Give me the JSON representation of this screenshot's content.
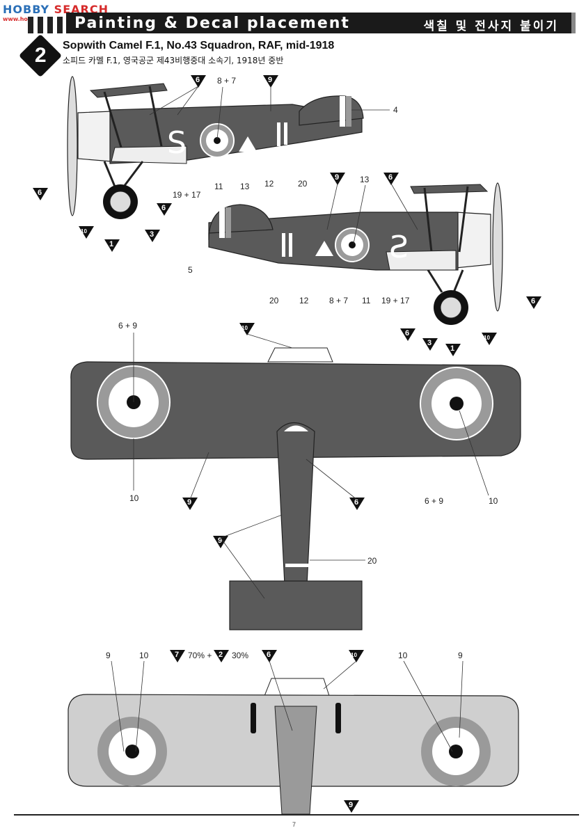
{
  "watermark": {
    "brand": "HOBBY",
    "brand_accent": "SEARCH",
    "sub": "www.hobbysearch.com"
  },
  "header": {
    "title": "Painting & Decal placement",
    "title_kr": "색칠 및 전사지 붙이기"
  },
  "step": {
    "number": "2"
  },
  "subject": {
    "title": "Sopwith Camel F.1, No.43 Squadron, RAF, mid-1918",
    "subtitle": "소피드 카멜 F.1, 영국공군 제43비행중대 소속기, 1918년 중반"
  },
  "colors": {
    "fuselage_dark": "#5a5a5a",
    "undersurface_light": "#cfcfcf",
    "roundel_white": "#ffffff",
    "roundel_mid": "#9a9a9a",
    "roundel_center": "#111111"
  },
  "side_view_left": {
    "callouts": [
      "6",
      "8 + 7",
      "9",
      "4",
      "6",
      "19 + 17",
      "11",
      "13",
      "12",
      "20",
      "6",
      "10",
      "1",
      "3"
    ],
    "fuselage_code": "S"
  },
  "side_view_right": {
    "callouts": [
      "9",
      "13",
      "6",
      "5",
      "20",
      "12",
      "8 + 7",
      "11",
      "19 + 17",
      "6",
      "6",
      "3",
      "1",
      "10"
    ],
    "fuselage_code": "S"
  },
  "top_view": {
    "callouts": [
      "6 + 9",
      "10",
      "10",
      "9",
      "6",
      "6 + 9",
      "10",
      "9",
      "20"
    ]
  },
  "bottom_view": {
    "callouts": [
      "9",
      "10",
      "7",
      "70% +",
      "2",
      "30%",
      "6",
      "10",
      "10",
      "9",
      "9"
    ]
  },
  "page": {
    "number": "7"
  }
}
